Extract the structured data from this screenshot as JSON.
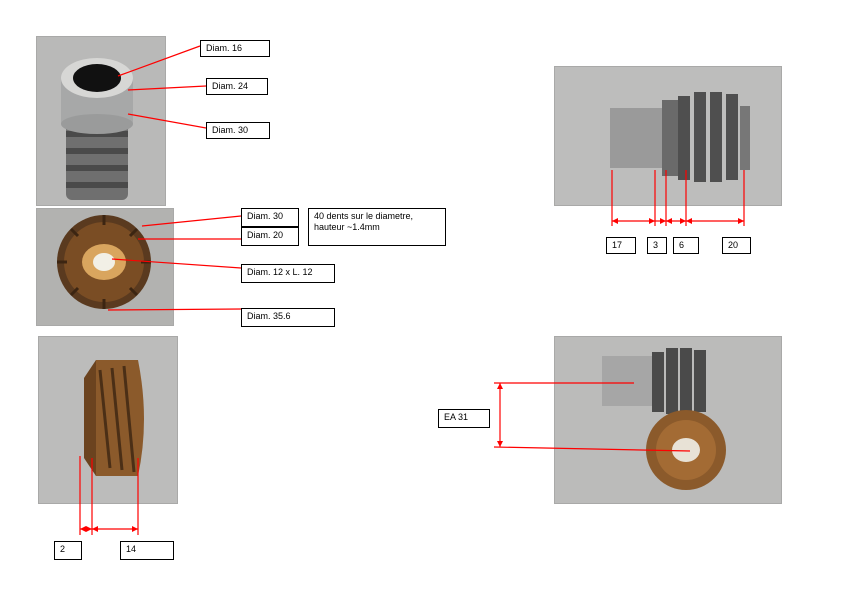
{
  "labels": {
    "diam16": "Diam. 16",
    "diam24": "Diam. 24",
    "diam30_a": "Diam. 30",
    "diam30_b": "Diam. 30",
    "diam20": "Diam. 20",
    "teeth_note": "40 dents sur le diametre, hauteur ~1.4mm",
    "diam12": "Diam. 12 x L. 12",
    "diam356": "Diam. 35.6",
    "len2": "2",
    "len14": "14",
    "len17": "17",
    "len3": "3",
    "len6": "6",
    "len20": "20",
    "ea31": "EA 31"
  },
  "photos": {
    "shaft_end": "sleeve-photo",
    "bronze_gear_top": "bronze-gear-top-photo",
    "bronze_gear_side": "bronze-gear-side-photo",
    "worm_shaft": "worm-shaft-photo",
    "worm_and_gear": "worm-and-gear-photo"
  },
  "colors": {
    "annotation": "#ff0000",
    "steel": "#8a8d90",
    "bronze": "#8b5a2b"
  }
}
